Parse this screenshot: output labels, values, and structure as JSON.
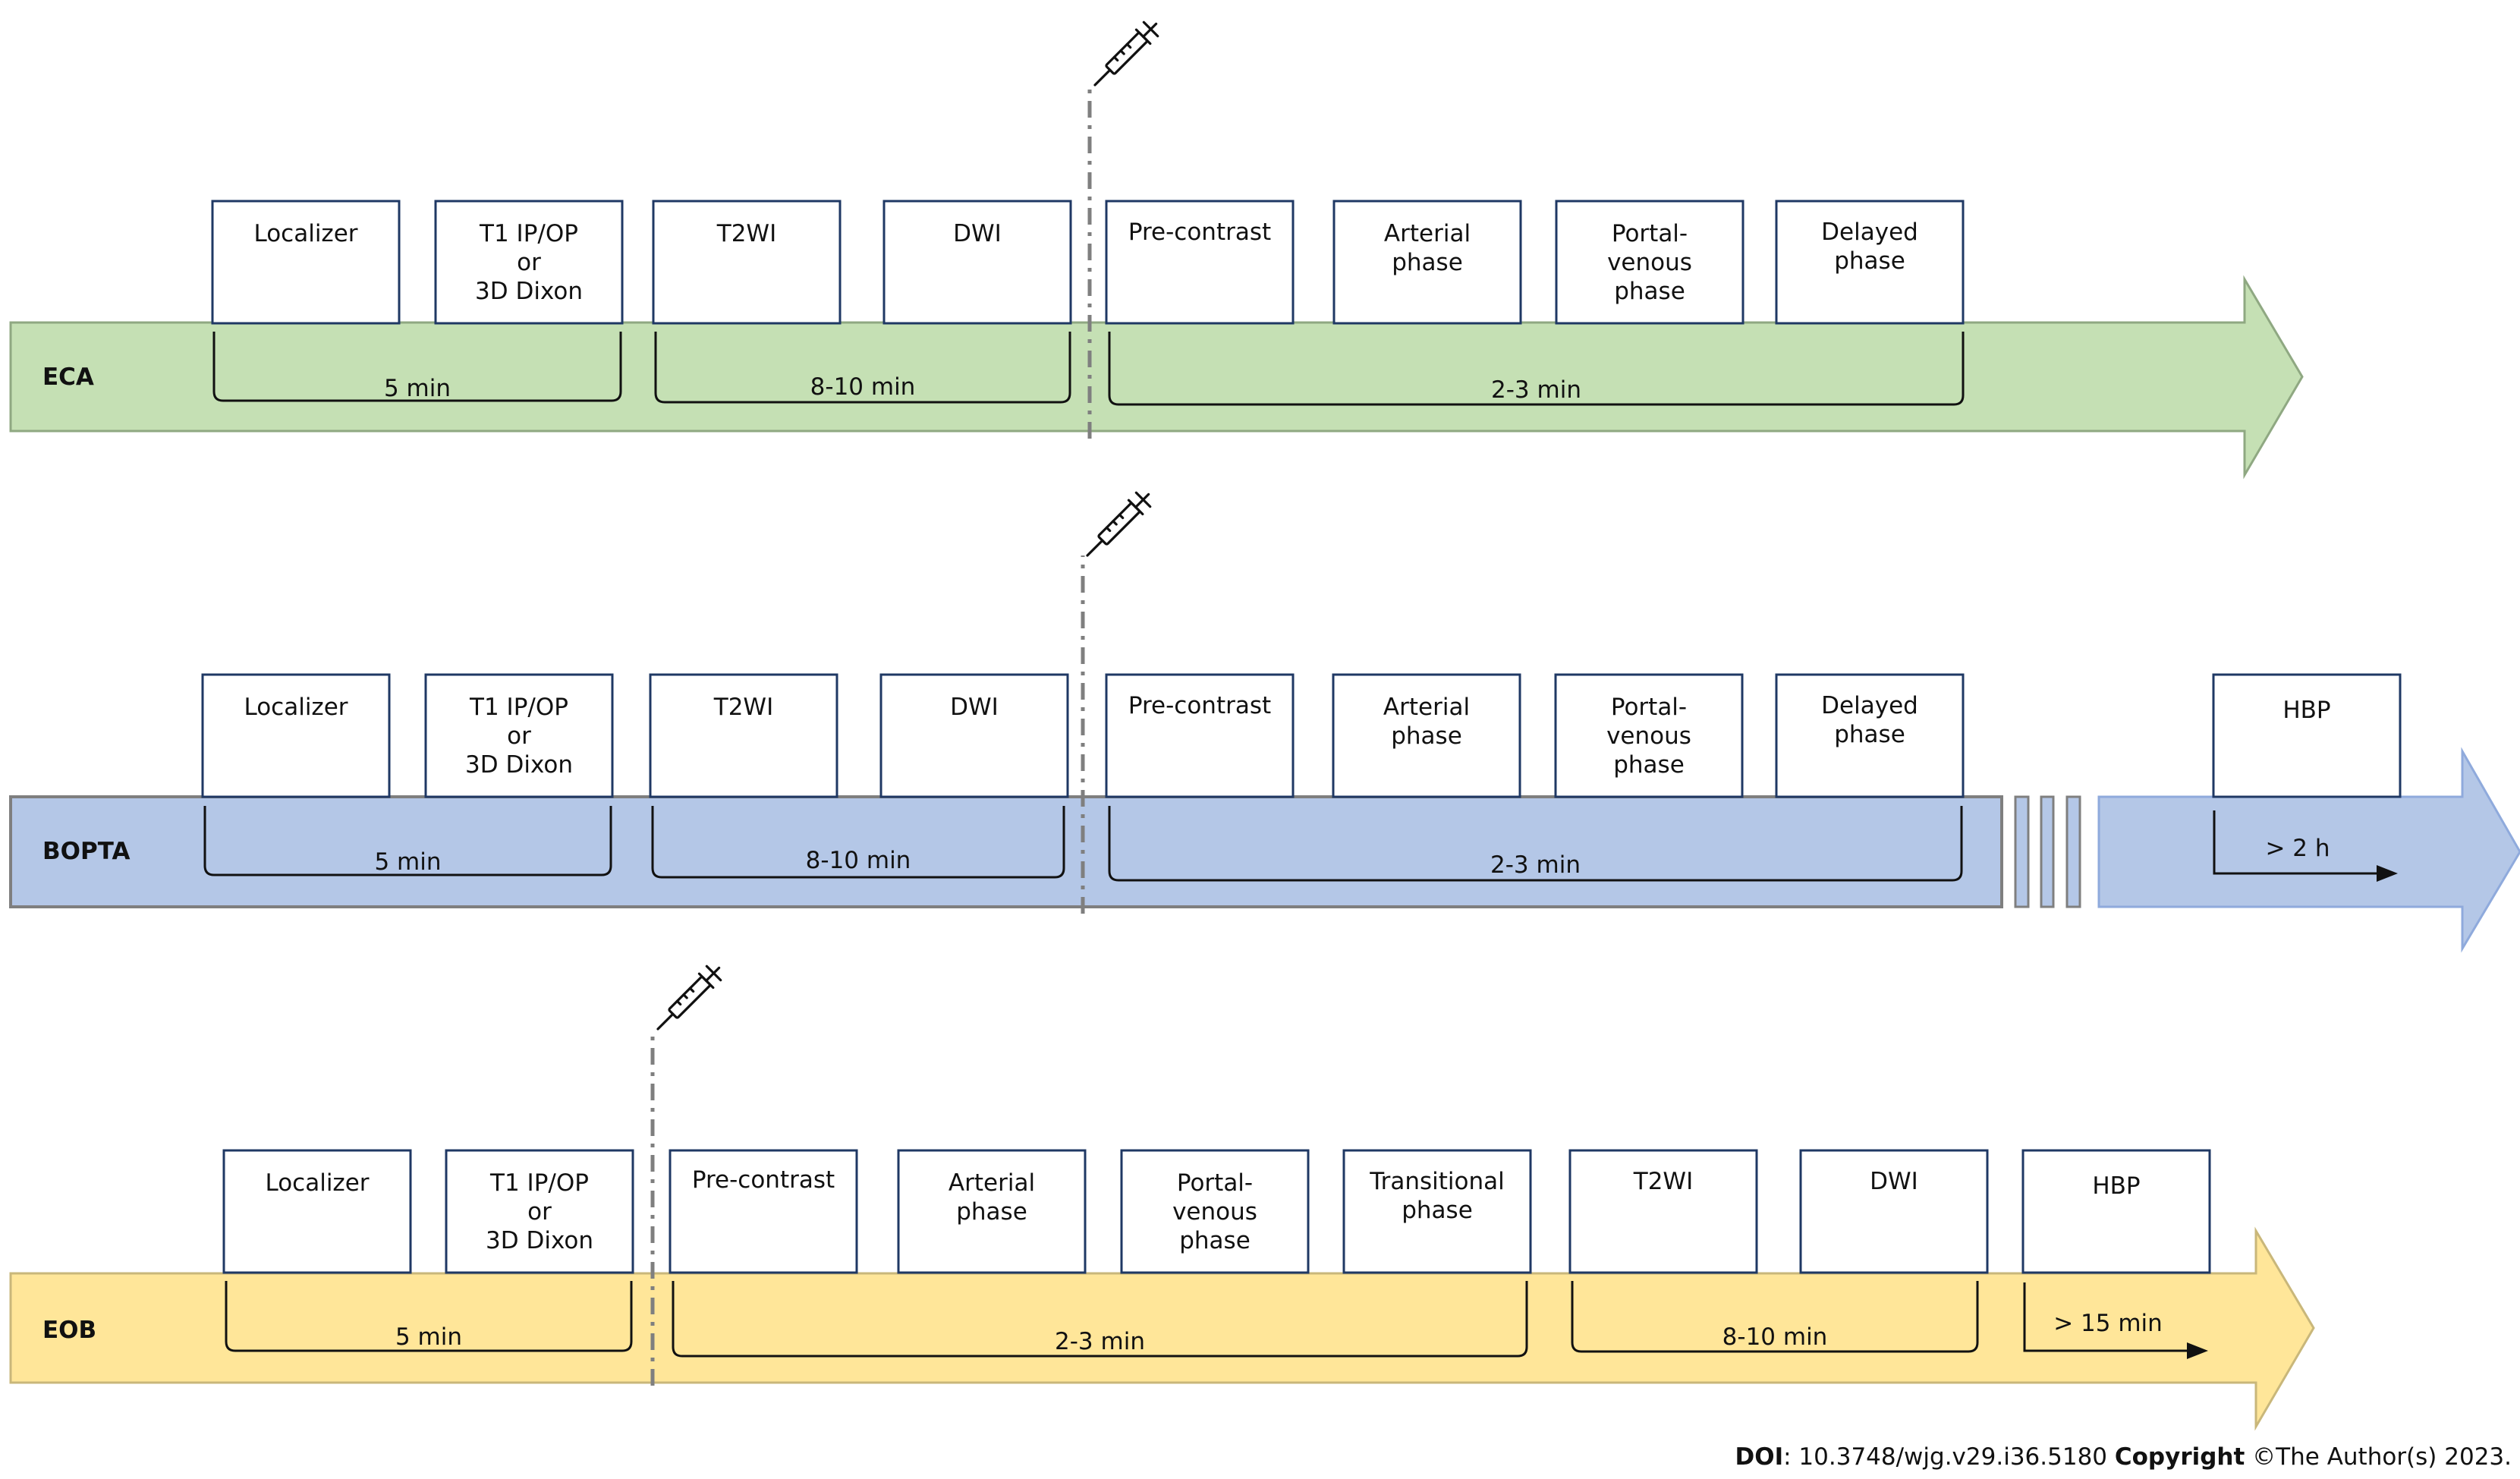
{
  "colors": {
    "eca_fill": "#c5e0b4",
    "eca_stroke": "#8fa882",
    "bopta_fill": "#b4c7e7",
    "bopta_stroke": "#7f7f7f",
    "eob_fill": "#ffe699",
    "eob_stroke": "#c9b77a",
    "box_stroke": "#1f3864",
    "bracket": "#111111",
    "dash": "#7f7f7f"
  },
  "rows": [
    {
      "label": "ECA",
      "boxes": [
        {
          "lines": [
            "Localizer"
          ]
        },
        {
          "lines": [
            "T1 IP/OP",
            "or",
            "3D Dixon"
          ]
        },
        {
          "lines": [
            "T2WI"
          ]
        },
        {
          "lines": [
            "DWI"
          ]
        },
        {
          "lines": [
            "Pre-contrast"
          ]
        },
        {
          "lines": [
            "Arterial",
            "phase"
          ]
        },
        {
          "lines": [
            "Portal-",
            "venous",
            "phase"
          ]
        },
        {
          "lines": [
            "Delayed",
            "phase"
          ]
        }
      ],
      "durations": [
        "5 min",
        "8-10 min",
        "2-3 min"
      ]
    },
    {
      "label": "BOPTA",
      "boxes": [
        {
          "lines": [
            "Localizer"
          ]
        },
        {
          "lines": [
            "T1 IP/OP",
            "or",
            "3D Dixon"
          ]
        },
        {
          "lines": [
            "T2WI"
          ]
        },
        {
          "lines": [
            "DWI"
          ]
        },
        {
          "lines": [
            "Pre-contrast"
          ]
        },
        {
          "lines": [
            "Arterial",
            "phase"
          ]
        },
        {
          "lines": [
            "Portal-",
            "venous",
            "phase"
          ]
        },
        {
          "lines": [
            "Delayed",
            "phase"
          ]
        },
        {
          "lines": [
            "HBP"
          ]
        }
      ],
      "durations": [
        "5 min",
        "8-10 min",
        "2-3 min",
        "> 2 h"
      ]
    },
    {
      "label": "EOB",
      "boxes": [
        {
          "lines": [
            "Localizer"
          ]
        },
        {
          "lines": [
            "T1 IP/OP",
            "or",
            "3D Dixon"
          ]
        },
        {
          "lines": [
            "Pre-contrast"
          ]
        },
        {
          "lines": [
            "Arterial",
            "phase"
          ]
        },
        {
          "lines": [
            "Portal-",
            "venous",
            "phase"
          ]
        },
        {
          "lines": [
            "Transitional",
            "phase"
          ]
        },
        {
          "lines": [
            "T2WI"
          ]
        },
        {
          "lines": [
            "DWI"
          ]
        },
        {
          "lines": [
            "HBP"
          ]
        }
      ],
      "durations": [
        "5 min",
        "2-3 min",
        "8-10 min",
        "> 15 min"
      ]
    }
  ],
  "icons": {
    "injection": "syringe-icon"
  },
  "footer": {
    "doi_label": "DOI",
    "doi_value": ": 10.3748/wjg.v29.i36.5180 ",
    "copyright_label": "Copyright",
    "copyright_value": " ©The Author(s) 2023."
  }
}
